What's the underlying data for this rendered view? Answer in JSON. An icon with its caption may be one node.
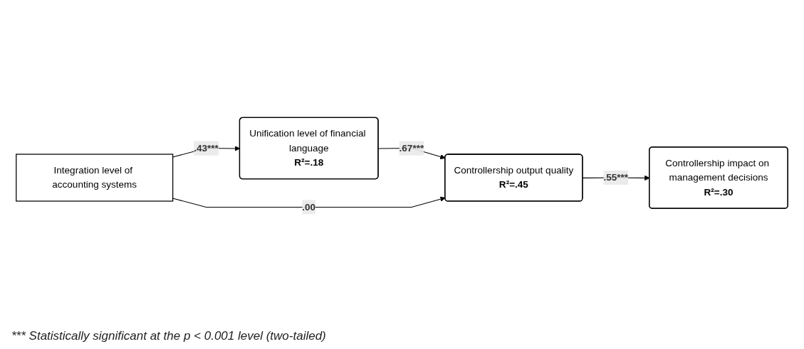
{
  "diagram": {
    "caption": "*** Statistically significant at the p < 0.001 level (two-tailed)",
    "nodes": [
      {
        "text": [
          "Integration level of accounting systems"
        ]
      },
      {
        "text": [
          "Unification level of financial language",
          "R²=.18"
        ]
      },
      {
        "text": [
          "Controllership output quality",
          "R²=.45"
        ]
      },
      {
        "text": [
          "Controllership impact on management decisions",
          "R²=.30"
        ]
      }
    ],
    "edges": [
      {
        "from": 0,
        "to": 1,
        "arrow": "to",
        "label": ".43***"
      },
      {
        "from": 1,
        "to": 2,
        "arrow": "to",
        "label": ".67***"
      },
      {
        "from": 0,
        "to": 2,
        "arrow": "to",
        "label": ".00"
      },
      {
        "from": 2,
        "to": 3,
        "arrow": "to",
        "label": ".55***"
      }
    ]
  }
}
